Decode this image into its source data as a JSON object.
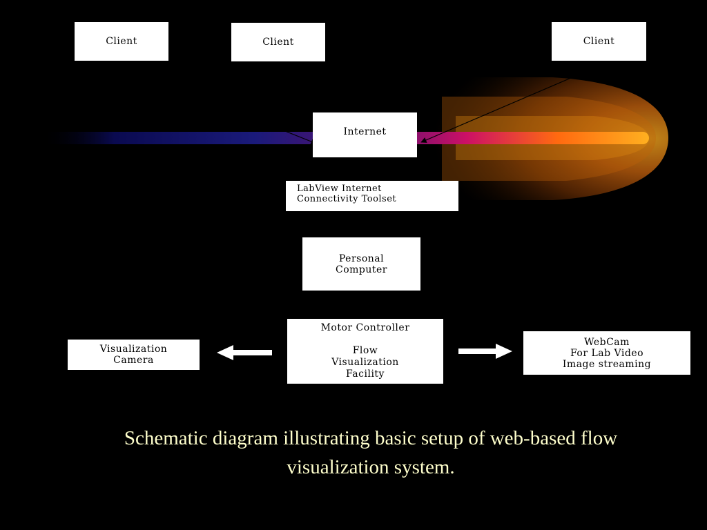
{
  "diagram": {
    "clients": [
      {
        "label": "Client"
      },
      {
        "label": "Client"
      },
      {
        "label": "Client"
      }
    ],
    "internet": {
      "label": "Internet"
    },
    "toolset": {
      "lines": [
        "LabView Internet",
        "Connectivity Toolset"
      ]
    },
    "pc": {
      "lines": [
        "Personal",
        "Computer"
      ]
    },
    "controller": {
      "lines": [
        "Motor Controller",
        "",
        "Flow",
        "Visualization",
        "Facility"
      ]
    },
    "camera": {
      "lines": [
        "Visualization",
        "Camera"
      ]
    },
    "webcam": {
      "lines": [
        "WebCam",
        "For Lab Video",
        "Image streaming"
      ]
    }
  },
  "caption": {
    "line1": "Schematic diagram illustrating basic setup of web-based flow",
    "line2": "visualization system."
  },
  "colors": {
    "background": "#000000",
    "box_fill": "#ffffff",
    "caption_text": "#ffffcc",
    "comet_core": "#ffb020",
    "comet_glow": "#a04a00",
    "beam_blue": "#1a1a7a",
    "beam_magenta": "#cc1066"
  }
}
